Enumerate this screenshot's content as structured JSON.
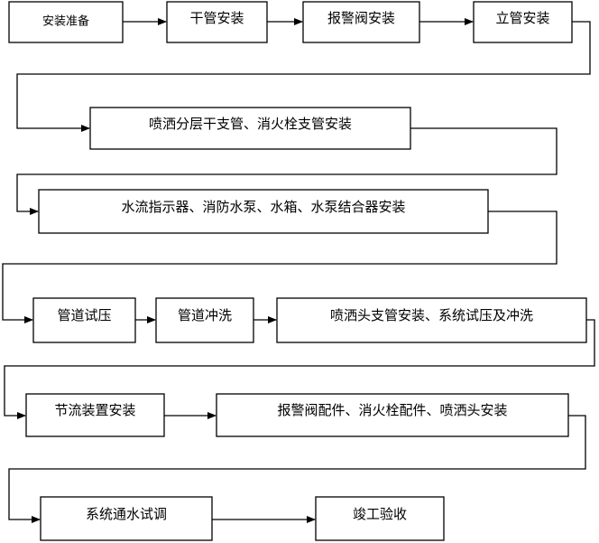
{
  "flow": {
    "steps": [
      "安装准备",
      "干管安装",
      "报警阀安装",
      "立管安装",
      "喷洒分层干支管、消火栓支管安装",
      "水流指示器、消防水泵、水箱、水泵结合器安装",
      "管道试压",
      "管道冲洗",
      "喷洒头支管安装、系统试压及冲洗",
      "节流装置安装",
      "报警阀配件、消火栓配件、喷洒头安装",
      "系统通水试调",
      "竣工验收"
    ]
  }
}
